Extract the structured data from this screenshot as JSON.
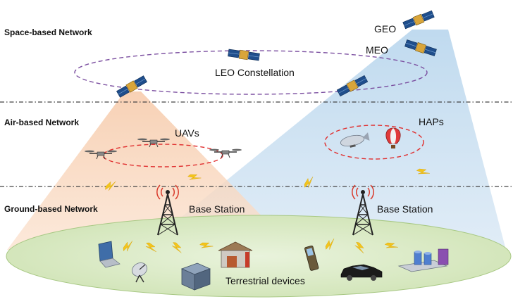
{
  "layers": {
    "space": "Space-based Network",
    "air": "Air-based Network",
    "ground": "Ground-based Network"
  },
  "labels": {
    "geo": "GEO",
    "meo": "MEO",
    "leo": "LEO Constellation",
    "uavs": "UAVs",
    "haps": "HAPs",
    "base_station_left": "Base Station",
    "base_station_right": "Base Station",
    "terrestrial": "Terrestrial devices"
  },
  "colors": {
    "leo_coverage": "#f6c9a8",
    "geo_coverage": "#bcd8ee",
    "ground_ellipse": "#cfe3b4",
    "leo_orbit": "#7b4fa0",
    "air_orbit": "#e03030",
    "lightning": "#f3c51c",
    "divider": "#444444"
  }
}
